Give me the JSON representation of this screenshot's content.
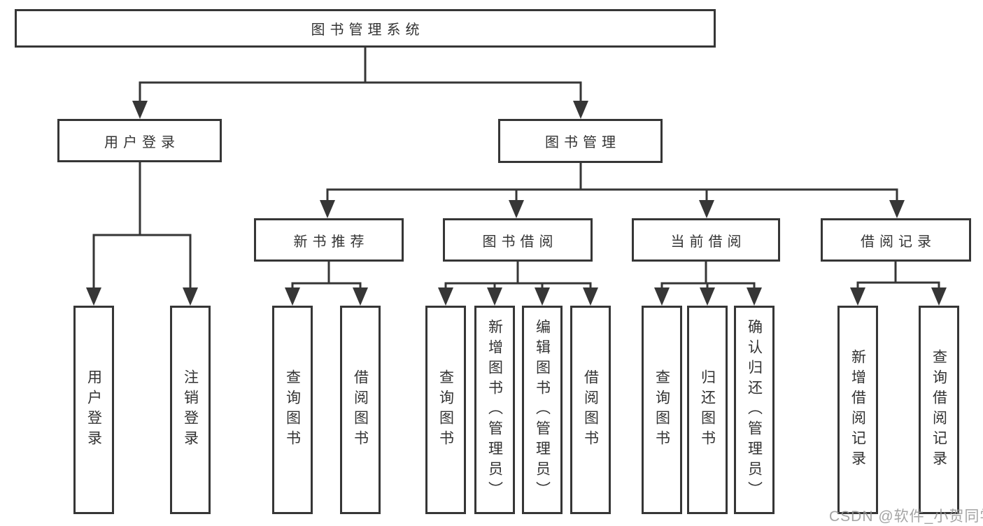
{
  "tree": {
    "label": "图书管理系统",
    "children": [
      {
        "label": "用户登录",
        "children": [
          {
            "label": "用户登录"
          },
          {
            "label": "注销登录"
          }
        ]
      },
      {
        "label": "图书管理",
        "children": [
          {
            "label": "新书推荐",
            "children": [
              {
                "label": "查询图书"
              },
              {
                "label": "借阅图书"
              }
            ]
          },
          {
            "label": "图书借阅",
            "children": [
              {
                "label": "查询图书"
              },
              {
                "label": "新增图书（管理员）"
              },
              {
                "label": "编辑图书（管理员）"
              },
              {
                "label": "借阅图书"
              }
            ]
          },
          {
            "label": "当前借阅",
            "children": [
              {
                "label": "查询图书"
              },
              {
                "label": "归还图书"
              },
              {
                "label": "确认归还（管理员）"
              }
            ]
          },
          {
            "label": "借阅记录",
            "children": [
              {
                "label": "新增借阅记录"
              },
              {
                "label": "查询借阅记录"
              }
            ]
          }
        ]
      }
    ]
  },
  "watermark": "CSDN @软件_小贺同学",
  "colors": {
    "line": "#363636",
    "text": "#333333",
    "background": "#ffffff",
    "watermark": "#949494"
  }
}
